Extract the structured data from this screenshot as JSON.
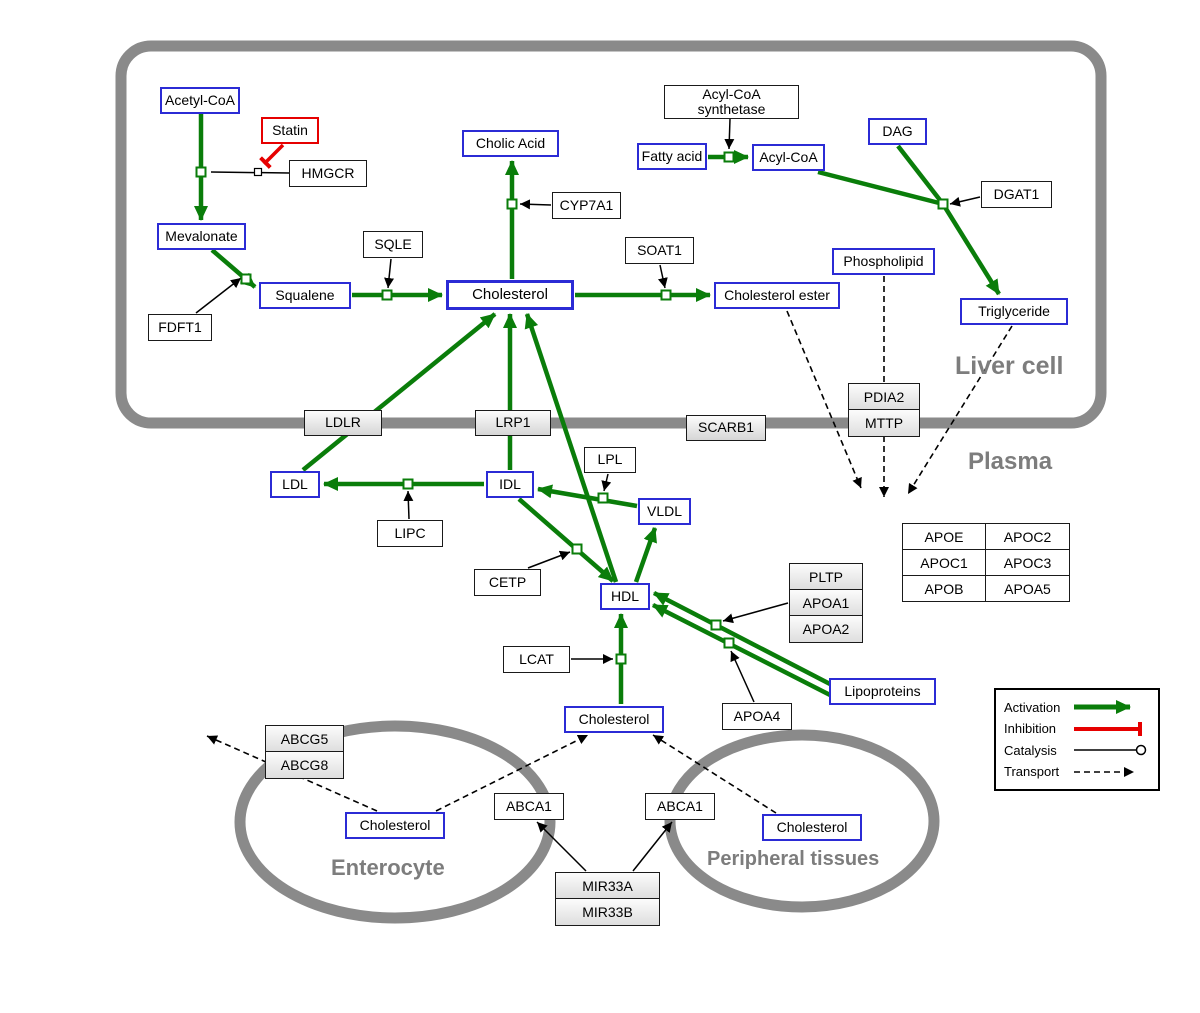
{
  "regions": {
    "liver_cell": "Liver cell",
    "plasma": "Plasma",
    "enterocyte": "Enterocyte",
    "peripheral_tissues": "Peripheral tissues"
  },
  "nodes": {
    "acetyl_coa": "Acetyl-CoA",
    "statin": "Statin",
    "hmgcr": "HMGCR",
    "mevalonate": "Mevalonate",
    "fdft1": "FDFT1",
    "squalene": "Squalene",
    "sqle": "SQLE",
    "cholesterol_liver": "Cholesterol",
    "cholic_acid": "Cholic Acid",
    "cyp7a1": "CYP7A1",
    "soat1": "SOAT1",
    "cholesterol_ester": "Cholesterol ester",
    "fatty_acid": "Fatty acid",
    "acs_line1": "Acyl-CoA",
    "acs_line2": "synthetase",
    "acyl_coa": "Acyl-CoA",
    "dag": "DAG",
    "dgat1": "DGAT1",
    "phospholipid": "Phospholipid",
    "triglyceride": "Triglyceride",
    "pdia2": "PDIA2",
    "mttp": "MTTP",
    "ldlr": "LDLR",
    "lrp1": "LRP1",
    "scarb1": "SCARB1",
    "ldl": "LDL",
    "idl": "IDL",
    "lipc": "LIPC",
    "lpl": "LPL",
    "vldl": "VLDL",
    "cetp": "CETP",
    "hdl": "HDL",
    "lcat": "LCAT",
    "cholesterol_plasma": "Cholesterol",
    "apoa4": "APOA4",
    "pltp": "PLTP",
    "apoa1": "APOA1",
    "apoa2": "APOA2",
    "lipoproteins": "Lipoproteins",
    "apoe": "APOE",
    "apoc2": "APOC2",
    "apoc1": "APOC1",
    "apoc3": "APOC3",
    "apob": "APOB",
    "apoa5": "APOA5",
    "abcg5": "ABCG5",
    "abcg8": "ABCG8",
    "cholesterol_enterocyte": "Cholesterol",
    "abca1_enterocyte": "ABCA1",
    "abca1_peripheral": "ABCA1",
    "cholesterol_peripheral": "Cholesterol",
    "mir33a": "MIR33A",
    "mir33b": "MIR33B"
  },
  "legend": {
    "activation": "Activation",
    "inhibition": "Inhibition",
    "catalysis": "Catalysis",
    "transport": "Transport"
  },
  "colors": {
    "activation": "#0a7d0a",
    "inhibition": "#e60000",
    "metabolite_border": "#2b2bd5",
    "membrane": "#8a8a8a"
  }
}
